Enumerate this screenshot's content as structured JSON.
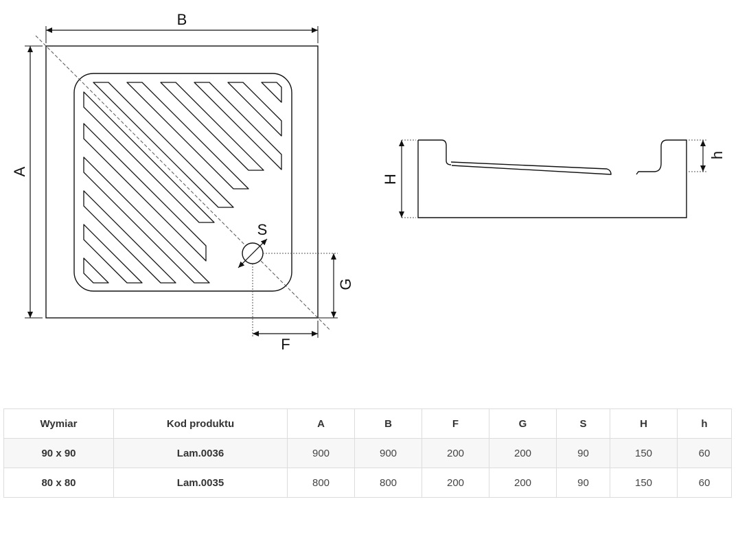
{
  "drawing": {
    "labels": {
      "a": "A",
      "b": "B",
      "f": "F",
      "g": "G",
      "s": "S",
      "h_upper": "H",
      "h_lower": "h"
    },
    "line_color": "#111111",
    "dash_color": "#555555"
  },
  "table": {
    "headers": [
      "Wymiar",
      "Kod produktu",
      "A",
      "B",
      "F",
      "G",
      "S",
      "H",
      "h"
    ],
    "rows": [
      [
        "90 x 90",
        "Lam.0036",
        "900",
        "900",
        "200",
        "200",
        "90",
        "150",
        "60"
      ],
      [
        "80 x 80",
        "Lam.0035",
        "800",
        "800",
        "200",
        "200",
        "90",
        "150",
        "60"
      ]
    ],
    "row_shade": "#f7f7f7",
    "border_color": "#dcdcdc"
  }
}
